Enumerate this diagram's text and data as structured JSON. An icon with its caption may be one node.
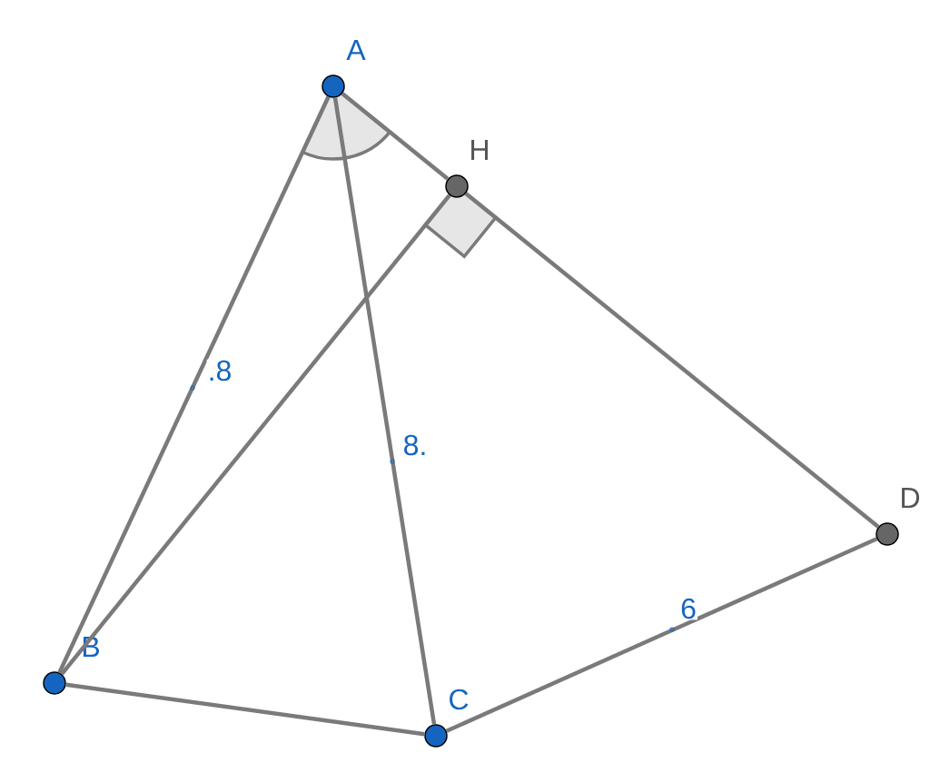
{
  "diagram": {
    "nodes": [
      {
        "text": [
          "A"
        ]
      },
      {
        "text": [
          "H"
        ]
      },
      {
        "text": [
          "B"
        ]
      },
      {
        "text": [
          "C"
        ]
      },
      {
        "text": [
          "D"
        ]
      }
    ],
    "edges": [
      {
        "from": 0,
        "to": 2,
        "arrow": "none",
        "label": ".8"
      },
      {
        "from": 0,
        "to": 1,
        "arrow": "none"
      },
      {
        "from": 1,
        "to": 4,
        "arrow": "none"
      },
      {
        "from": 0,
        "to": 3,
        "arrow": "none",
        "label": "8."
      },
      {
        "from": 2,
        "to": 1,
        "arrow": "none"
      },
      {
        "from": 2,
        "to": 3,
        "arrow": "none"
      },
      {
        "from": 3,
        "to": 4,
        "arrow": "none",
        "label": "6"
      }
    ]
  }
}
